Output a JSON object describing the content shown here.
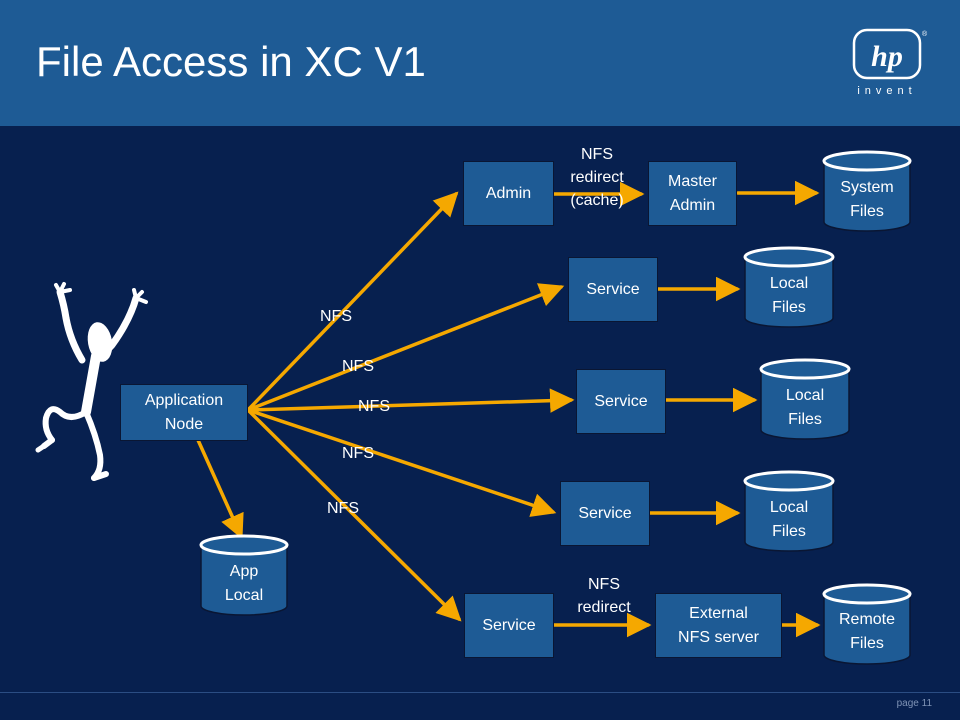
{
  "title": "File Access in XC V1",
  "logo": {
    "mark": "hp",
    "tagline": "invent"
  },
  "page": "page 11",
  "nodes": {
    "app_node": "Application\nNode",
    "admin": "Admin",
    "master_admin": "Master\nAdmin",
    "service1": "Service",
    "service2": "Service",
    "service3": "Service",
    "service4": "Service",
    "external_nfs": "External\nNFS server"
  },
  "cylinders": {
    "system_files": [
      "System",
      "Files"
    ],
    "local_files_1": [
      "Local",
      "Files"
    ],
    "local_files_2": [
      "Local",
      "Files"
    ],
    "local_files_3": [
      "Local",
      "Files"
    ],
    "remote_files": [
      "Remote",
      "Files"
    ],
    "app_local": [
      "App",
      "Local"
    ]
  },
  "edge_labels": {
    "nfs_redirect_cache": "NFS\nredirect\n(cache)",
    "nfs_redirect": "NFS\nredirect",
    "nfs_1": "NFS",
    "nfs_2": "NFS",
    "nfs_3": "NFS",
    "nfs_4": "NFS",
    "nfs_5": "NFS"
  },
  "colors": {
    "background": "#07204f",
    "header": "#1e5b95",
    "box_fill": "#1e5b95",
    "arrow": "#f5a800"
  }
}
